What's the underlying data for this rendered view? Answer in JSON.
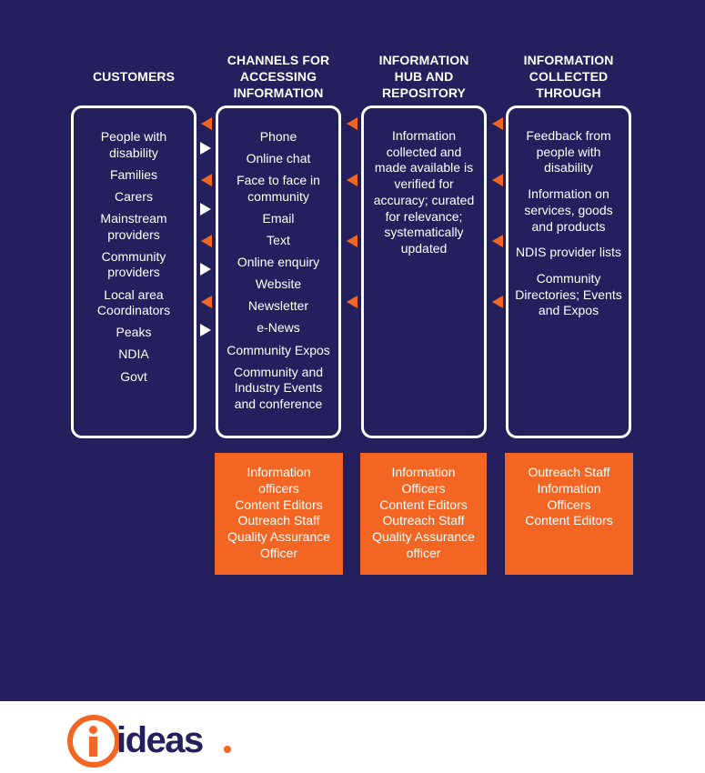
{
  "colors": {
    "background": "#24205e",
    "accent": "#f26522",
    "text": "#ffffff",
    "footer": "#ffffff"
  },
  "columns": [
    {
      "header": [
        "CUSTOMERS"
      ],
      "items": [
        "People with disability",
        "Families",
        "Carers",
        "Mainstream providers",
        "Community providers",
        "Local area Coordinators",
        "Peaks",
        "NDIA",
        "Govt"
      ]
    },
    {
      "header": [
        "CHANNELS FOR",
        "ACCESSING",
        "INFORMATION"
      ],
      "items": [
        "Phone",
        "Online chat",
        "Face to face in community",
        "Email",
        "Text",
        "Online enquiry",
        "Website",
        "Newsletter",
        "e-News",
        "Community Expos",
        "Community and Industry Events and conference"
      ]
    },
    {
      "header": [
        "INFORMATION",
        "HUB AND",
        "REPOSITORY"
      ],
      "items": [
        "Information collected and made available is verified for accuracy; curated for relevance; systematically updated"
      ]
    },
    {
      "header": [
        "INFORMATION",
        "COLLECTED",
        "THROUGH"
      ],
      "items": [
        "Feedback from people with disability",
        "Information on services, goods and products",
        "NDIS provider lists",
        "Community Directories; Events and Expos"
      ]
    }
  ],
  "staff": [
    [
      "Information officers",
      "Content Editors",
      "Outreach Staff",
      "Quality Assurance Officer"
    ],
    [
      "Information Officers",
      "Content Editors",
      "Outreach Staff",
      "Quality Assurance officer"
    ],
    [
      "Outreach Staff",
      "Information Officers",
      "Content Editors"
    ]
  ],
  "logo": {
    "text": "ideas",
    "icon": "i-ring-logo-icon"
  }
}
